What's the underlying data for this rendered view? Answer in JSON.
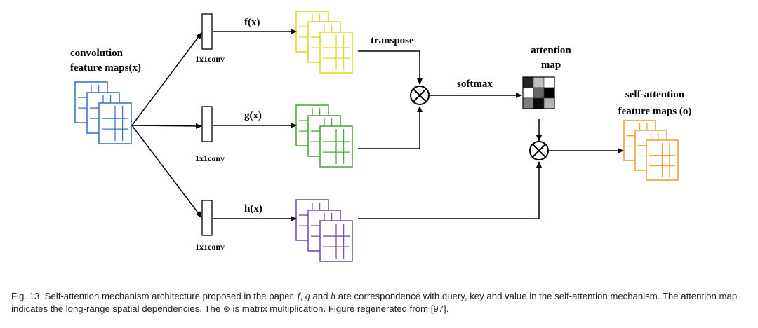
{
  "labels": {
    "input_line1": "convolution",
    "input_line2": "feature maps(x)",
    "f": "f(x)",
    "g": "g(x)",
    "h": "h(x)",
    "conv": "1x1conv",
    "transpose": "transpose",
    "softmax": "softmax",
    "attention_line1": "attention",
    "attention_line2": "map",
    "output_line1": "self-attention",
    "output_line2": "feature maps (o)"
  },
  "colors": {
    "input": "#3b78c8",
    "f": "#e2d92a",
    "g": "#4caa3e",
    "h": "#7a4fae",
    "output": "#eea23a"
  },
  "attention_matrix": [
    [
      0.85,
      0.25,
      0.0
    ],
    [
      0.0,
      0.6,
      1.0
    ],
    [
      0.5,
      0.95,
      0.3
    ]
  ],
  "caption": {
    "prefix": "Fig. 13. Self-attention mechanism architecture proposed in the paper. ",
    "f": "f",
    "sep1": ", ",
    "g": "g",
    "and": " and ",
    "h": "h",
    "middle": " are correspondence with query, key and value in the self-attention mechanism. The attention map indicates the long-range spatial dependencies. The ",
    "otimes": "⊗",
    "suffix": " is matrix multiplication. Figure regenerated from [97]."
  }
}
